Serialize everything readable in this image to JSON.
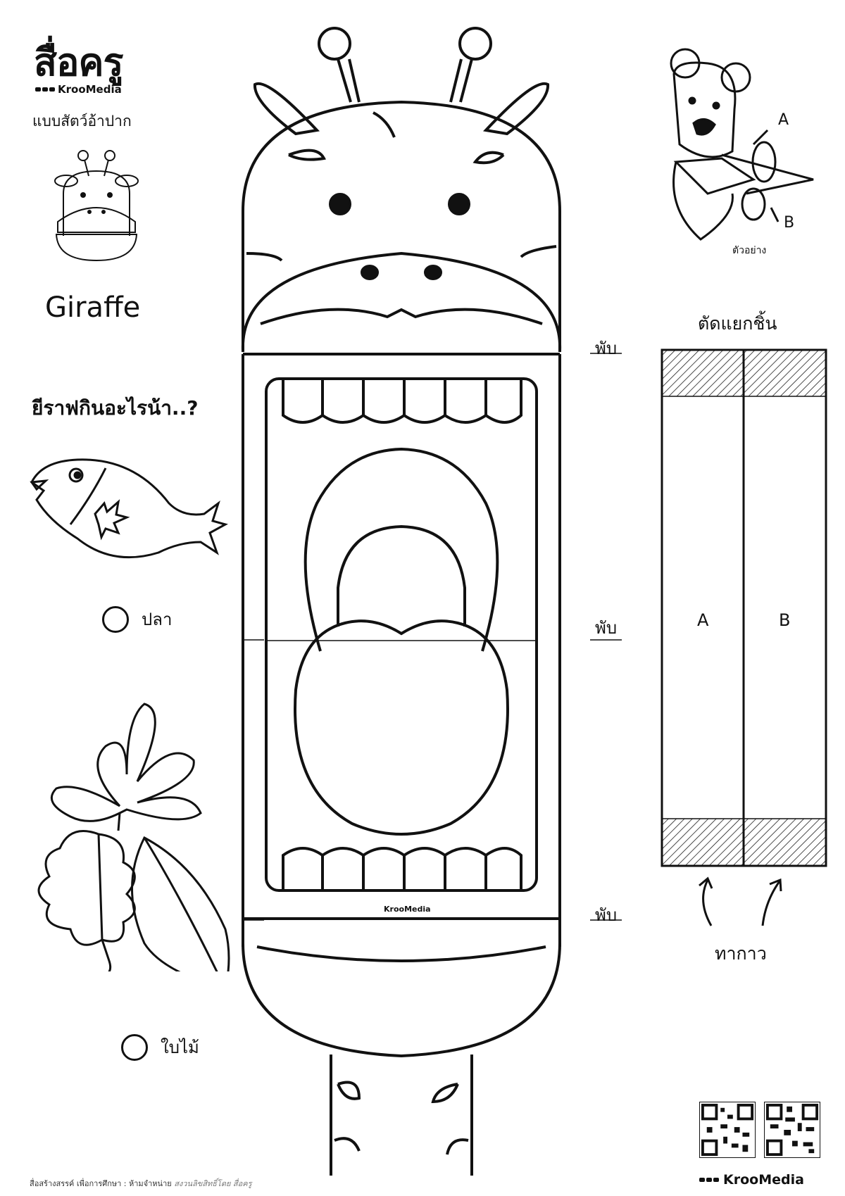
{
  "header": {
    "brand_title": "สื่อครู",
    "brand_subtitle": "KrooMedia",
    "subtitle": "แบบสัตว์อ้าปาก",
    "animal_name": "Giraffe"
  },
  "quiz": {
    "question": "ยีราฟกินอะไรน้า..?",
    "options": [
      {
        "label": "ปลา",
        "icon": "fish-icon"
      },
      {
        "label": "ใบไม้",
        "icon": "leaf-icon"
      }
    ]
  },
  "folds": {
    "top": "พับ",
    "middle": "พับ",
    "bottom": "พับ"
  },
  "strip": {
    "cut_label": "ตัดแยกชิ้น",
    "a_label": "A",
    "b_label": "B",
    "glue_label": "ทากาว"
  },
  "example": {
    "label": "ตัวอย่าง",
    "a_label": "A",
    "b_label": "B"
  },
  "puppet": {
    "brand_mark": "KrooMedia"
  },
  "footer": {
    "left_text": "สื่อสร้างสรรค์ เพื่อการศึกษา : ห้ามจำหน่าย",
    "left_muted": "สงวนลิขสิทธิ์โดย สื่อครู",
    "brand": "KrooMedia"
  }
}
